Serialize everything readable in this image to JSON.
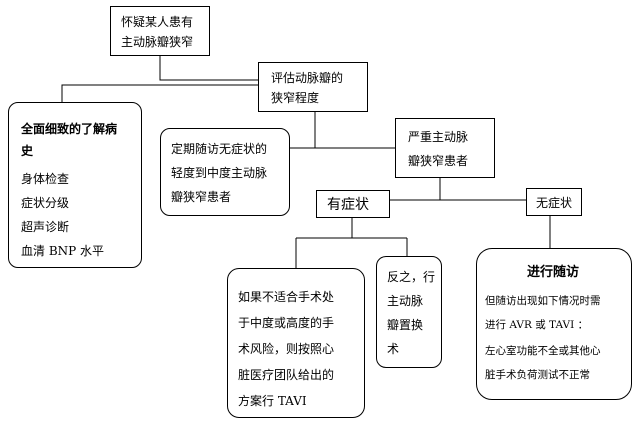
{
  "nodes": {
    "suspect": {
      "lines": [
        "怀疑某人患有",
        "主动脉瓣狭窄"
      ]
    },
    "evaluate": {
      "lines": [
        "评估动脉瓣的",
        "狭窄程度"
      ]
    },
    "history": {
      "title_lines": [
        "全面细致的了解病",
        "史"
      ],
      "items": [
        "身体检查",
        "症状分级",
        "超声诊断",
        "血清 BNP 水平"
      ]
    },
    "mild": {
      "lines": [
        "定期随访无症状的",
        "轻度到中度主动脉",
        "瓣狭窄患者"
      ]
    },
    "severe": {
      "lines": [
        "严重主动脉",
        "瓣狭窄患者"
      ]
    },
    "symptomatic": {
      "label": "有症状"
    },
    "asymptomatic": {
      "label": "无症状"
    },
    "no_surgery": {
      "lines": [
        "如果不适合手术处",
        "于中度或高度的手",
        "术风险，则按照心",
        "脏医疗团队给出的",
        "方案行 TAVI"
      ]
    },
    "avr": {
      "lines": [
        "反之，行",
        "主动脉",
        "瓣置换",
        "术"
      ]
    },
    "followup": {
      "title": "进行随访",
      "lines": [
        "但随访出现如下情况时需",
        "进行 AVR 或 TAVI ：",
        "左心室功能不全或其他心",
        "脏手术负荷测试不正常"
      ]
    }
  }
}
